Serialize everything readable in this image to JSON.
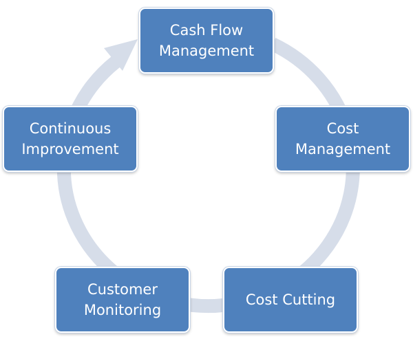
{
  "diagram": {
    "colors": {
      "node_fill": "#4f81bd",
      "node_text": "#ffffff",
      "ring": "#d6dde9"
    },
    "nodes": [
      {
        "lines": [
          "Cash Flow",
          "Management"
        ]
      },
      {
        "lines": [
          "Cost",
          "Management"
        ]
      },
      {
        "lines": [
          "Cost Cutting"
        ]
      },
      {
        "lines": [
          "Customer",
          "Monitoring"
        ]
      },
      {
        "lines": [
          "Continuous",
          "Improvement"
        ]
      }
    ],
    "flow_direction": "clockwise"
  }
}
